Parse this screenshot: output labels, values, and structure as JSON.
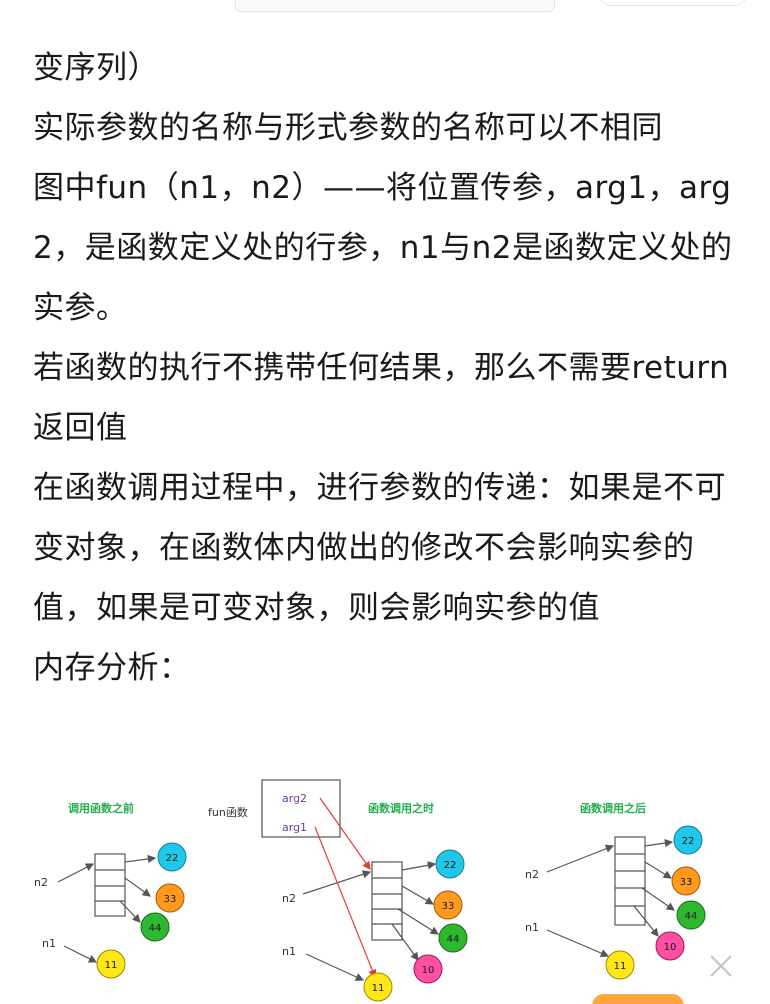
{
  "article": {
    "paragraphs": [
      "变序列）",
      "实际参数的名称与形式参数的名称可以不相同",
      "图中fun（n1，n2）——将位置传参，arg1，arg2，是函数定义处的行参，n1与n2是函数定义处的实参。",
      "若函数的执行不携带任何结果，那么不需要return返回值",
      "在函数调用过程中，进行参数的传递：如果是不可变对象，在函数体内做出的修改不会影响实参的值，如果是可变对象，则会影响实参的值",
      "内存分析："
    ]
  },
  "diagram": {
    "titles": {
      "before": "调用函数之前",
      "during": "函数调用之时",
      "after": "函数调用之后"
    },
    "fun_label": "fun函数",
    "arg2": "arg2",
    "arg1": "arg1",
    "var_n1": "n1",
    "var_n2": "n2",
    "values": {
      "v22": "22",
      "v33": "33",
      "v44": "44",
      "v11": "11",
      "v10": "10"
    },
    "colors": {
      "title_green": "#22b14c",
      "arg_purple": "#6a3d9a",
      "arrow_red": "#e0403a",
      "blob_cyan": "#1fc8e8",
      "blob_orange": "#ff9a1e",
      "blob_green": "#2fb82f",
      "blob_yellow": "#ffe619",
      "blob_pink": "#ff4fa3"
    }
  }
}
